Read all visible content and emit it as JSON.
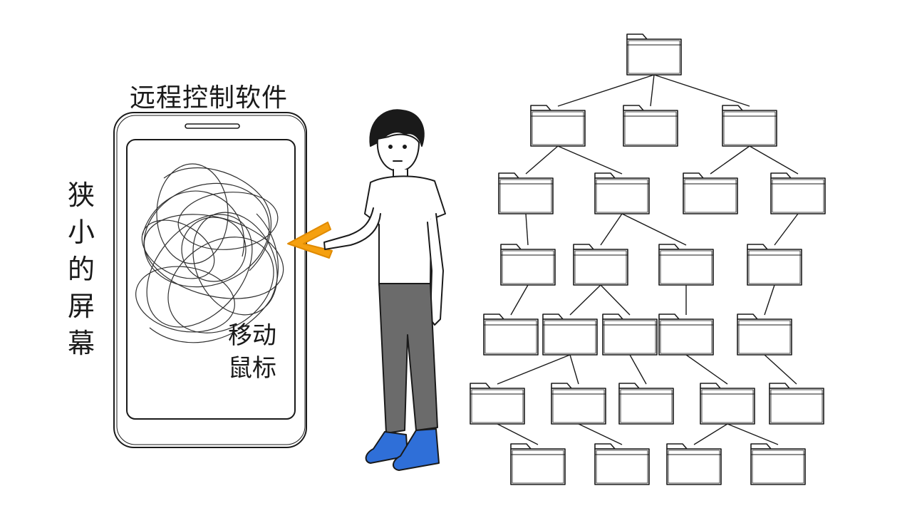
{
  "labels": {
    "software_title": "远程控制软件",
    "narrow_screen": "狭小的屏幕",
    "move_mouse": "移动鼠标"
  },
  "colors": {
    "line": "#1a1a1a",
    "arrow": "#f5a010",
    "shirt": "#ffffff",
    "pants": "#6b6b6b",
    "shoes": "#2f6fd8",
    "hair": "#1a1a1a",
    "skin": "#ffffff"
  },
  "icons": {
    "folder": "folder-icon",
    "arrow": "orange-arrow-icon"
  }
}
